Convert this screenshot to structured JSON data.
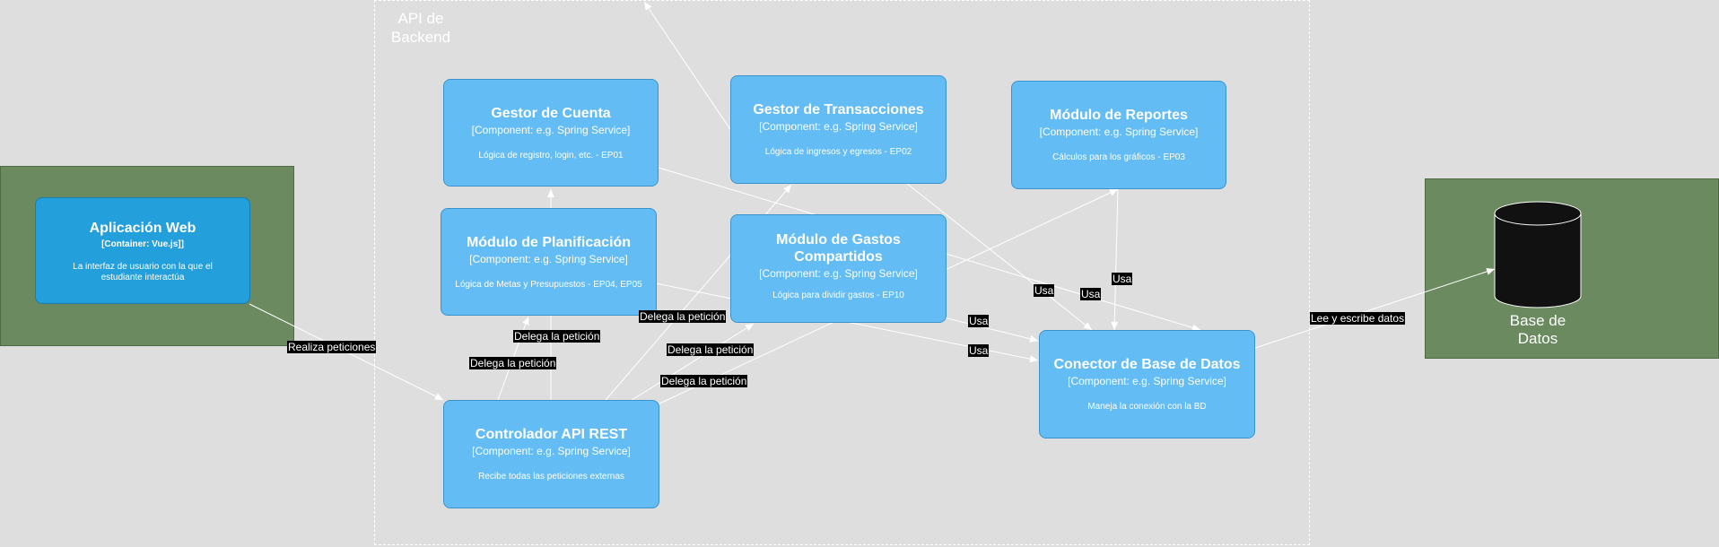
{
  "boundary": {
    "label": "API de Backend"
  },
  "web_container": {},
  "db_container": {
    "label": "Base de\nDatos"
  },
  "components": {
    "app_web": {
      "title": "Aplicación Web",
      "tech": "[Container: Vue.js]]",
      "desc": "La interfaz de usuario con la que el estudiante interactúa"
    },
    "gestor_cuenta": {
      "title": "Gestor de Cuenta",
      "tech": "[Component: e.g. Spring Service]",
      "desc": "Lógica de registro, login, etc. - EP01"
    },
    "gestor_transacciones": {
      "title": "Gestor de Transacciones",
      "tech": "[Component: e.g. Spring Service]",
      "desc": "Lógica de ingresos y egresos - EP02"
    },
    "modulo_reportes": {
      "title": "Módulo de Reportes",
      "tech": "[Component: e.g. Spring Service]",
      "desc": "Cálculos para los gráficos - EP03"
    },
    "modulo_planificacion": {
      "title": "Módulo de Planificación",
      "tech": "[Component: e.g. Spring Service]",
      "desc": "Lógica de Metas y Presupuestos - EP04, EP05"
    },
    "modulo_gastos": {
      "title": "Módulo de Gastos Compartidos",
      "tech": "[Component: e.g. Spring Service]",
      "desc": "Lógica para dividir gastos - EP10"
    },
    "controlador_api": {
      "title": "Controlador API REST",
      "tech": "[Component: e.g. Spring Service]",
      "desc": "Recibe todas las peticiones externas"
    },
    "conector_bd": {
      "title": "Conector de Base de Datos",
      "tech": "[Component: e.g. Spring Service]",
      "desc": "Maneja la conexión con la BD"
    }
  },
  "edge_labels": {
    "realiza": "Realiza peticiones",
    "delega_1": "Delega la petición",
    "delega_2": "Delega la petición",
    "delega_3": "Delega la petición",
    "delega_4": "Delega la petición",
    "delega_5": "Delega la petición",
    "usa_1": "Usa",
    "usa_2": "Usa",
    "usa_3": "Usa",
    "usa_4": "Usa",
    "usa_5": "Usa",
    "lee_escribe": "Lee y escribe datos"
  },
  "colors": {
    "background": "#dedede",
    "container": "#6b8a5f",
    "component": "#63bcf3",
    "app_component": "#239fdc",
    "database": "#111111",
    "edge": "#ffffff",
    "label_bg": "#000000"
  }
}
